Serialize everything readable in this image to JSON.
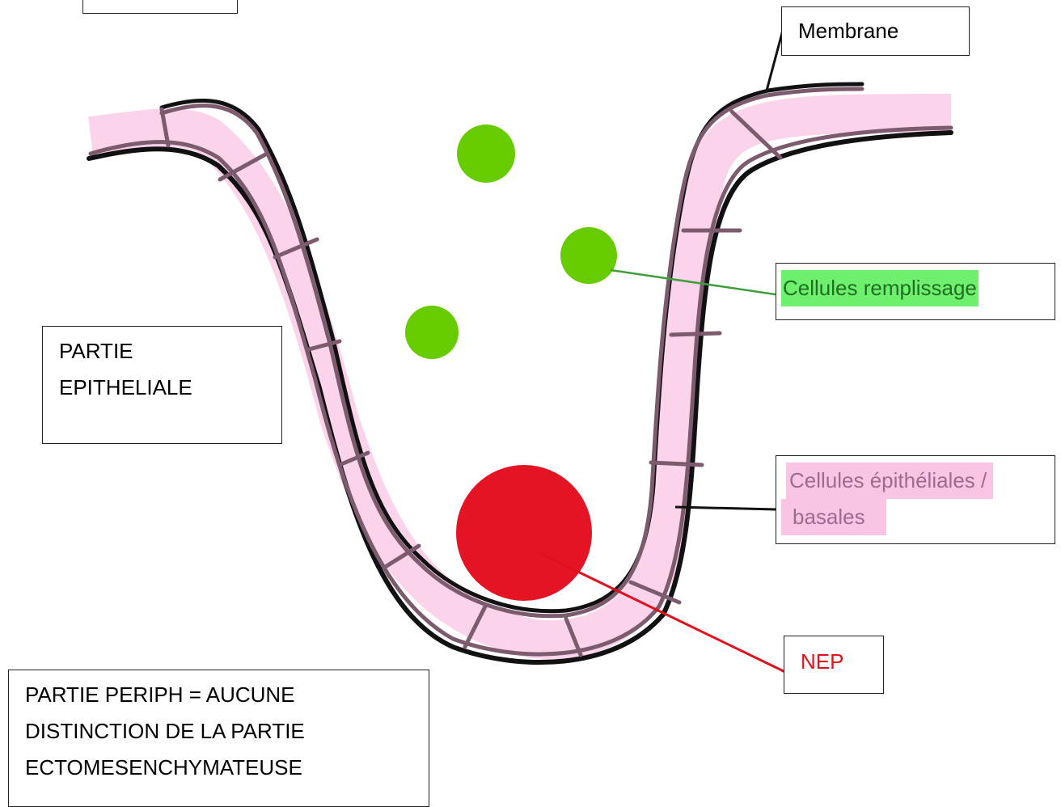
{
  "colors": {
    "epithelium_fill": "#fbd3ea",
    "cell_border": "#7b5b6d",
    "membrane": "#111111",
    "filling_cells": "#66cc00",
    "nep": "#e51425",
    "green_highlight": "#6ef06e",
    "green_text": "#1f6e22",
    "pink_text": "#a06a8f",
    "nep_text": "#e0101c"
  },
  "labels": {
    "membrane": "Membrane",
    "filling_cells": "Cellules remplissage",
    "epithelial_cells_line1": "Cellules épithéliales /",
    "epithelial_cells_line2": "basales",
    "nep": "NEP",
    "epithelial_part_line1": "PARTIE",
    "epithelial_part_line2": "EPITHELIALE",
    "peripheral_part_line1": "PARTIE PERIPH = AUCUNE",
    "peripheral_part_line2": "DISTINCTION DE LA PARTIE",
    "peripheral_part_line3": "ECTOMESENCHYMATEUSE"
  }
}
